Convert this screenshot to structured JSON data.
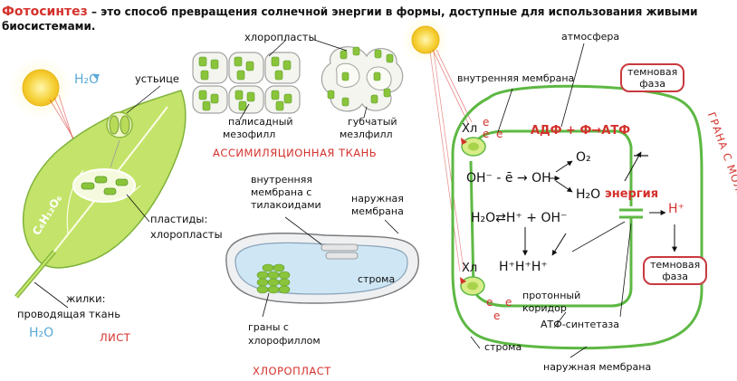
{
  "header": {
    "term": "Фотосинтез",
    "definition_line1": " – это способ превращения солнечной энергии в формы, доступные для использования живыми",
    "definition_line2": "биосистемами."
  },
  "leaf_panel": {
    "h2o_top": "H₂O",
    "h2o_bottom": "H₂O",
    "stomata": "устьице",
    "glucose": "C₆H₁₂O₆",
    "plastids_line1": "пластиды:",
    "plastids_line2": "хлоропласты",
    "veins_line1": "жилки:",
    "veins_line2": "проводящая ткань",
    "leaf_title": "ЛИСТ"
  },
  "tissue_panel": {
    "chloroplasts": "хлоропласты",
    "palisade_line1": "палисадный",
    "palisade_line2": "мезофилл",
    "spongy_line1": "губчатый",
    "spongy_line2": "мезлфилл",
    "tissue_title": "АССИМИЛЯЦИОННАЯ ТКАНЬ"
  },
  "chloroplast_panel": {
    "inner_membrane_line1": "внутренняя",
    "inner_membrane_line2": "мембрана с",
    "inner_membrane_line3": "тилакоидами",
    "outer_membrane_line1": "наружная",
    "outer_membrane_line2": "мембрана",
    "stroma": "строма",
    "grana_line1": "граны с",
    "grana_line2": "хлорофиллом",
    "chloroplast_title": "ХЛОРОПЛАСТ"
  },
  "thylakoid_panel": {
    "atmosphere": "атмосфера",
    "inner_membrane": "внутренняя мембрана",
    "dark_phase_top_line1": "темновая",
    "dark_phase_top_line2": "фаза",
    "adp_eq": "АДФ + Ф→АТФ",
    "chl_top": "Хл",
    "chl_bottom": "Хл",
    "e_sym": "e",
    "oh_reaction": "OH⁻ - ē → OH",
    "o2": "O₂",
    "h2o": "H₂O",
    "energy": "энергия",
    "water_split": "H₂O⇄H⁺ + OH⁻",
    "h_plus": "H⁺",
    "protons": "H⁺H⁺H⁺",
    "dark_phase_bottom_line1": "темновая",
    "dark_phase_bottom_line2": "фаза",
    "proton_corridor_line1": "протонный",
    "proton_corridor_line2": "коридор",
    "atp_synthase": "АТФ-синтетаза",
    "stroma": "строма",
    "outer_membrane": "наружная мембрана",
    "vertical_label": "ГРАНА С МОЛЕКУЛАМИ ХЛОРОФИЛЛА"
  },
  "colors": {
    "accent_red": "#d4312c",
    "leaf_green": "#c4e36a",
    "membrane_green": "#5db843",
    "sun_yellow": "#f6d23a",
    "water_blue": "#5aa9d6"
  }
}
